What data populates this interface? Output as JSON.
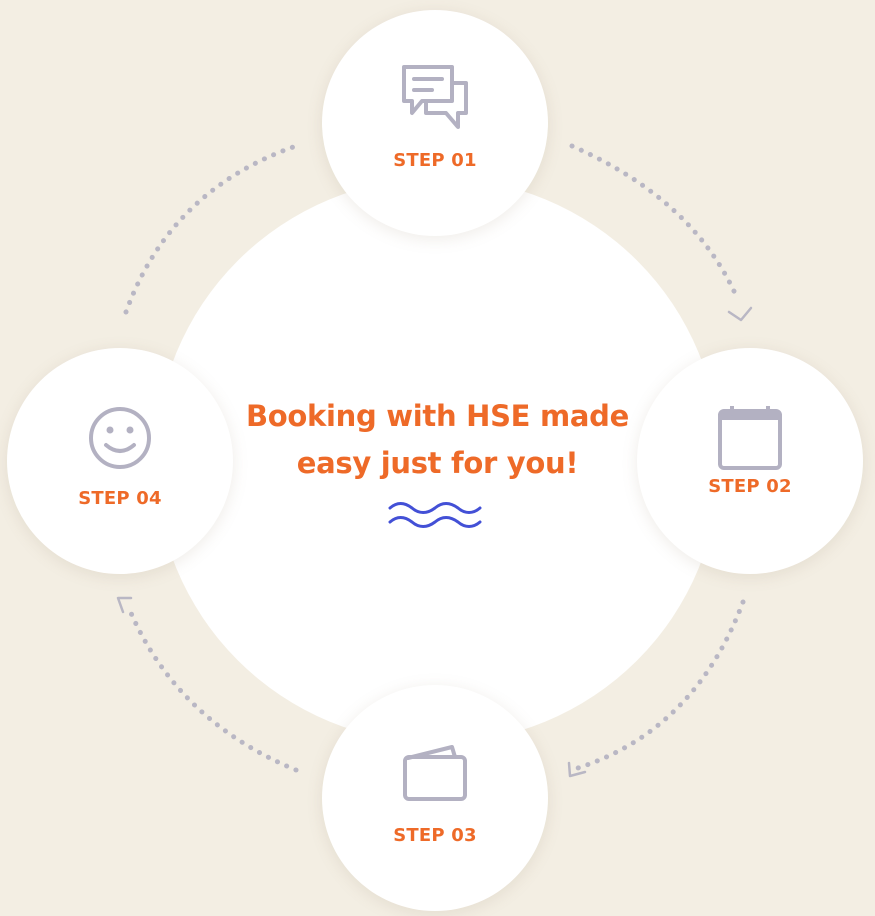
{
  "headline": {
    "line1": "Booking with HSE made",
    "line2": "easy just for you!"
  },
  "steps": [
    {
      "label": "STEP 01",
      "icon": "chat-bubbles-icon"
    },
    {
      "label": "STEP 02",
      "icon": "calendar-icon"
    },
    {
      "label": "STEP 03",
      "icon": "wallet-icon"
    },
    {
      "label": "STEP 04",
      "icon": "smiley-face-icon"
    }
  ],
  "colors": {
    "background": "#f3eee3",
    "circle": "#ffffff",
    "accent_orange": "#ee6a28",
    "icon_gray": "#b3b1c2",
    "wave_blue": "#4350d6",
    "dots_gray": "#b9b7c4"
  }
}
